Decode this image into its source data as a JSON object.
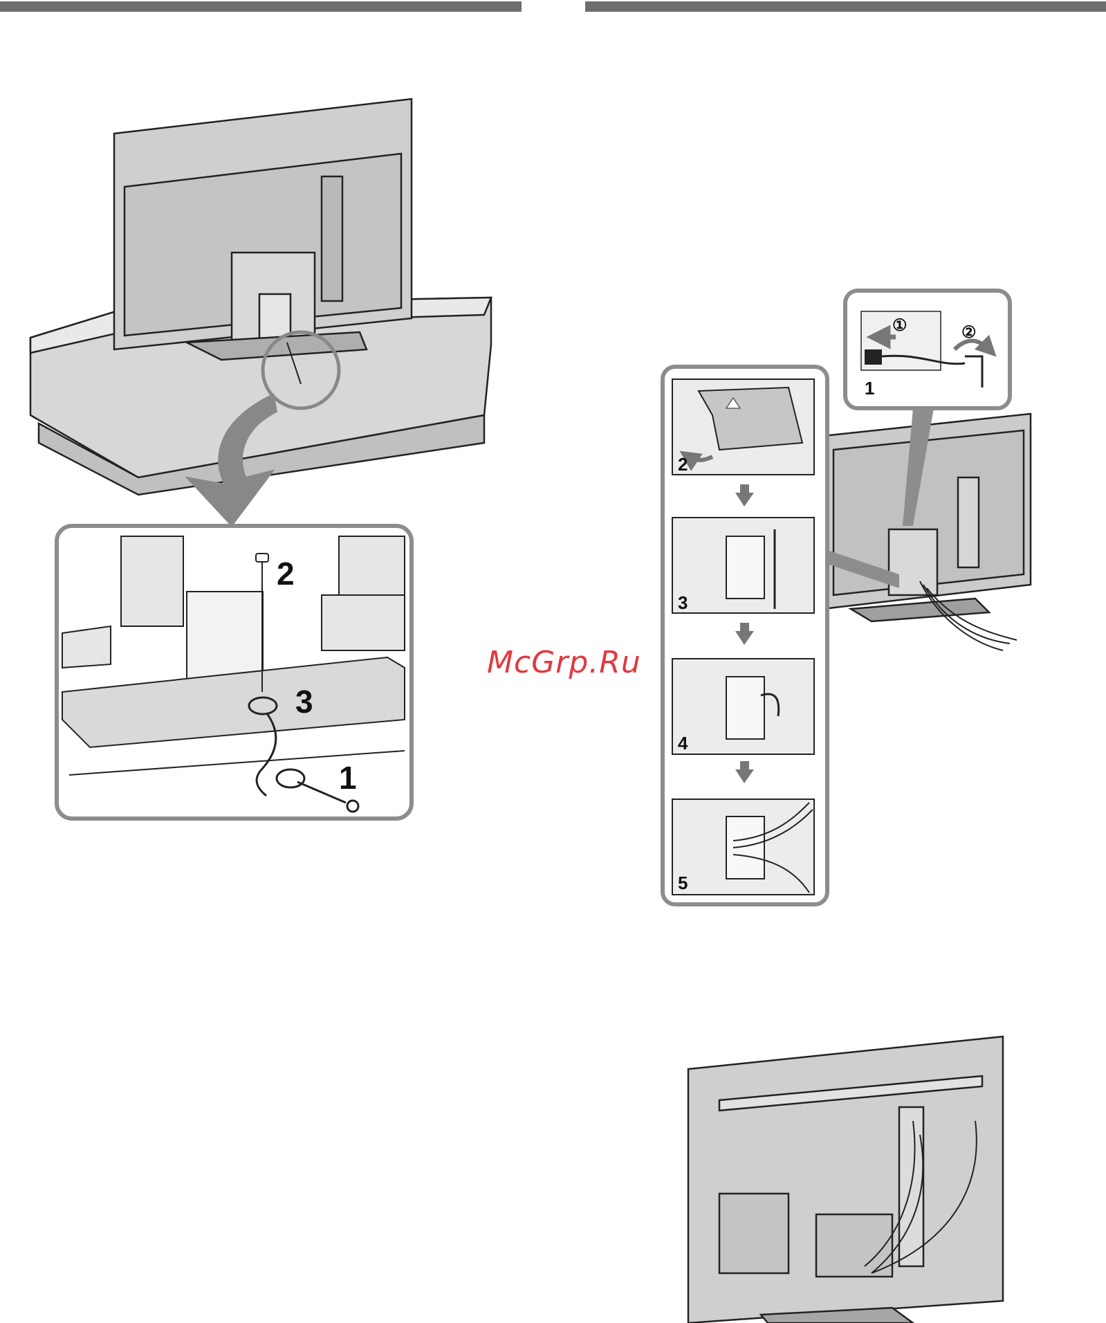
{
  "watermark": "McGrp.Ru",
  "left_figure": {
    "steps": [
      "1",
      "2",
      "3"
    ]
  },
  "right_figure": {
    "inset_steps": [
      "1",
      "2",
      "3",
      "4",
      "5"
    ],
    "inset_circle_marks": [
      "①",
      "②"
    ]
  },
  "colors": {
    "rule": "#6d6d6d",
    "panel_fill": "#c9c9c9",
    "frame_gray": "#8d8d8d",
    "watermark": "#e2383f"
  }
}
